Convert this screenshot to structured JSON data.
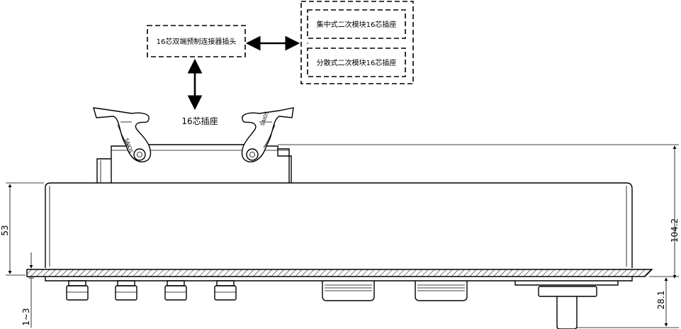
{
  "labels": {
    "connector_plug": "16芯双端预制连接器插头",
    "centralized_socket": "集中式二次模块16芯插座",
    "distributed_socket": "分散式二次模块16芯插座",
    "socket": "16芯插座"
  },
  "dimensions": {
    "height_53": "53",
    "height_104_2": "104.2",
    "depth_28_1": "28.1",
    "range_1_3": "1~3"
  }
}
